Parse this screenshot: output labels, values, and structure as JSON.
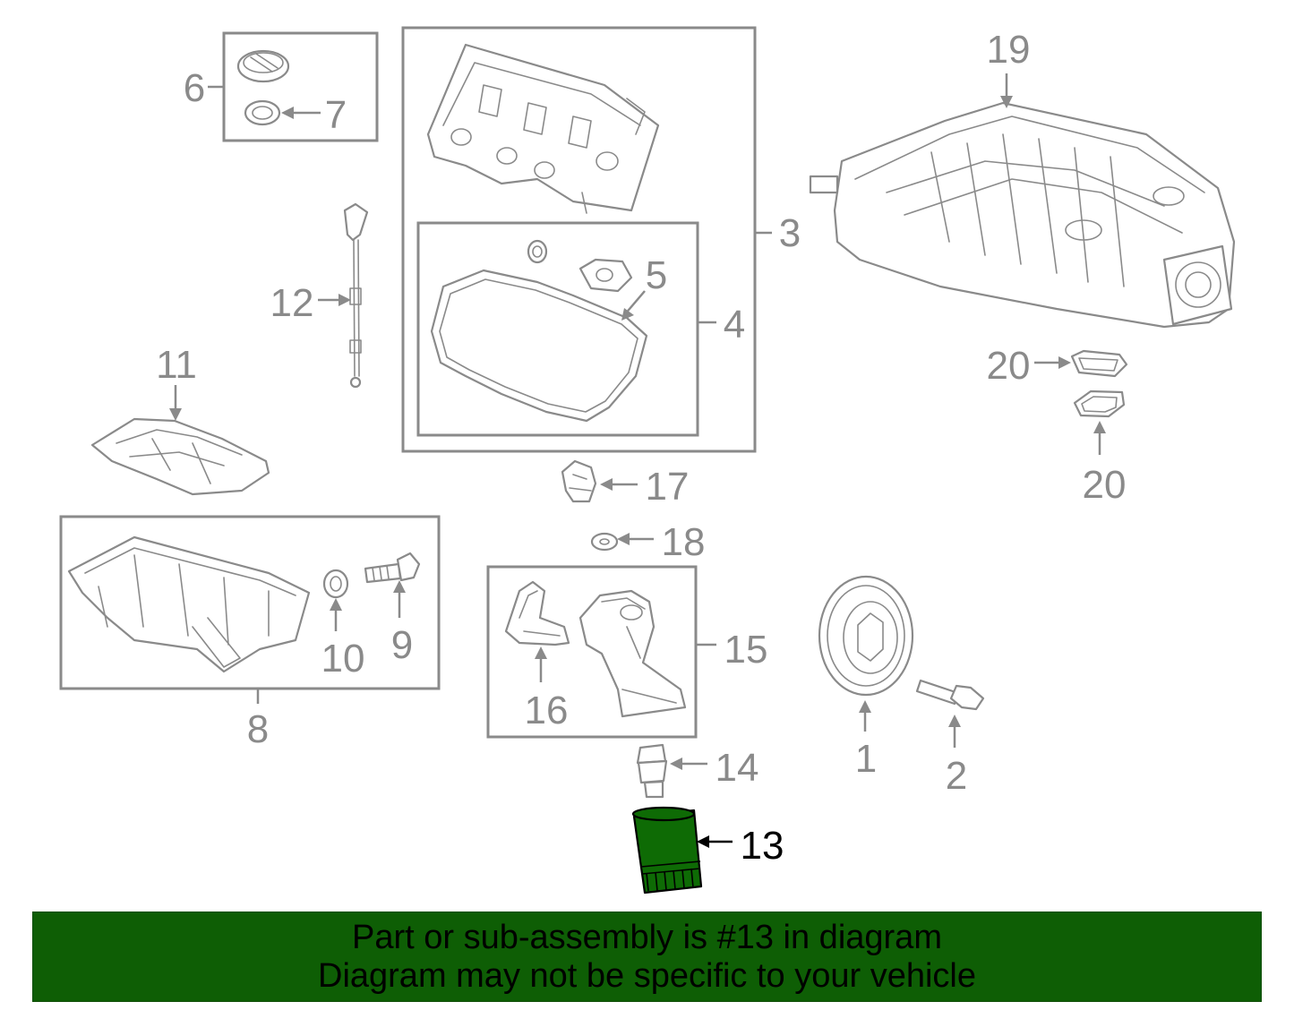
{
  "diagram": {
    "highlight_color": "#0e6b05",
    "line_color": "#8a8a8a",
    "highlighted_part": "13",
    "callouts": [
      {
        "id": "c6",
        "label": "6"
      },
      {
        "id": "c7",
        "label": "7"
      },
      {
        "id": "c3",
        "label": "3"
      },
      {
        "id": "c5",
        "label": "5"
      },
      {
        "id": "c4",
        "label": "4"
      },
      {
        "id": "c12",
        "label": "12"
      },
      {
        "id": "c11",
        "label": "11"
      },
      {
        "id": "c19",
        "label": "19"
      },
      {
        "id": "c20a",
        "label": "20"
      },
      {
        "id": "c20b",
        "label": "20"
      },
      {
        "id": "c17",
        "label": "17"
      },
      {
        "id": "c18",
        "label": "18"
      },
      {
        "id": "c8",
        "label": "8"
      },
      {
        "id": "c10",
        "label": "10"
      },
      {
        "id": "c9",
        "label": "9"
      },
      {
        "id": "c15",
        "label": "15"
      },
      {
        "id": "c16",
        "label": "16"
      },
      {
        "id": "c14",
        "label": "14"
      },
      {
        "id": "c13",
        "label": "13"
      },
      {
        "id": "c1",
        "label": "1"
      },
      {
        "id": "c2",
        "label": "2"
      }
    ]
  },
  "banner": {
    "line1": "Part or sub-assembly is #13 in diagram",
    "line2": "Diagram may not be specific to your vehicle",
    "background": "#0e5e05"
  }
}
